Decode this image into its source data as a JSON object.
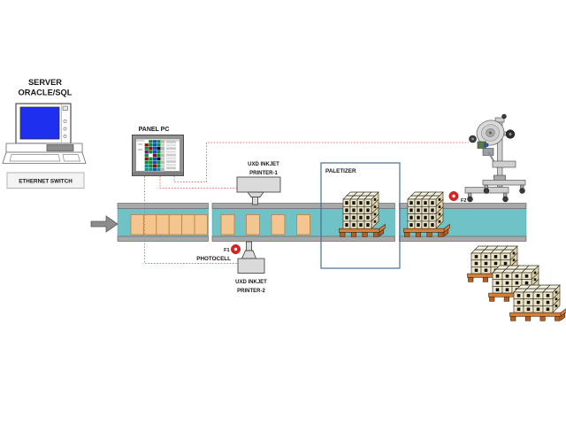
{
  "server": {
    "title_line1": "SERVER",
    "title_line2": "ORACLE/SQL",
    "switch_label": "ETHERNET SWITCH"
  },
  "panel_pc": {
    "label": "PANEL PC",
    "screen_rows": [
      [
        "#ffffff",
        "#0a8a3a",
        "#104fc0",
        "#0a8a3a",
        "#b8b8b8"
      ],
      [
        "#8a1010",
        "#0a8a3a",
        "#104fc0",
        "#0a8a3a",
        "#d0d0d0"
      ],
      [
        "#0a8a3a",
        "#8a1010",
        "#104fc0",
        "#111111",
        "#b8b8b8"
      ],
      [
        "#7b0f7b",
        "#0a8a3a",
        "#104fc0",
        "#0a8a3a",
        "#d0d0d0"
      ],
      [
        "#0a8a3a",
        "#ffffff",
        "#8a1010",
        "#0a8a3a",
        "#b8b8b8"
      ],
      [
        "#8a1010",
        "#0a8a3a",
        "#104fc0",
        "#111111",
        "#d0d0d0"
      ],
      [
        "#0a8a3a",
        "#0a8a3a",
        "#104fc0",
        "#0a8a3a",
        "#b8b8b8"
      ],
      [
        "#108a8a",
        "#0a8a3a",
        "#8a1010",
        "#0a8a3a",
        "#d0d0d0"
      ],
      [
        "#108a8a",
        "#108a8a",
        "#104fc0",
        "#108a8a",
        "#b8b8b8"
      ]
    ]
  },
  "printer1": {
    "label_line1": "UXD INKJET",
    "label_line2": "PRINTER-1"
  },
  "printer2": {
    "label_line1": "UXD INKJET",
    "label_line2": "PRINTER-2"
  },
  "photocell": {
    "flag": "F1",
    "label": "PHOTOCELL"
  },
  "labeler": {
    "flag": "F2"
  },
  "paletizer": {
    "label": "PALETIZER"
  },
  "colors": {
    "belt": "#6FC2C5",
    "rail": "#A8A8A8",
    "carton": "#F4C58E",
    "carton_edge": "#BD8449",
    "signal_dash": "#E37A7A",
    "flag": "#E02121",
    "paletizer_border": "#4A6E91",
    "crate_front": "#F0E7C9",
    "crate_top": "#F9F4E0",
    "crate_side": "#DFD2A8",
    "pallet_wood": "#D2803C",
    "pallet_wood_dark": "#B55F22",
    "server_screen": "#1F2FF0"
  }
}
